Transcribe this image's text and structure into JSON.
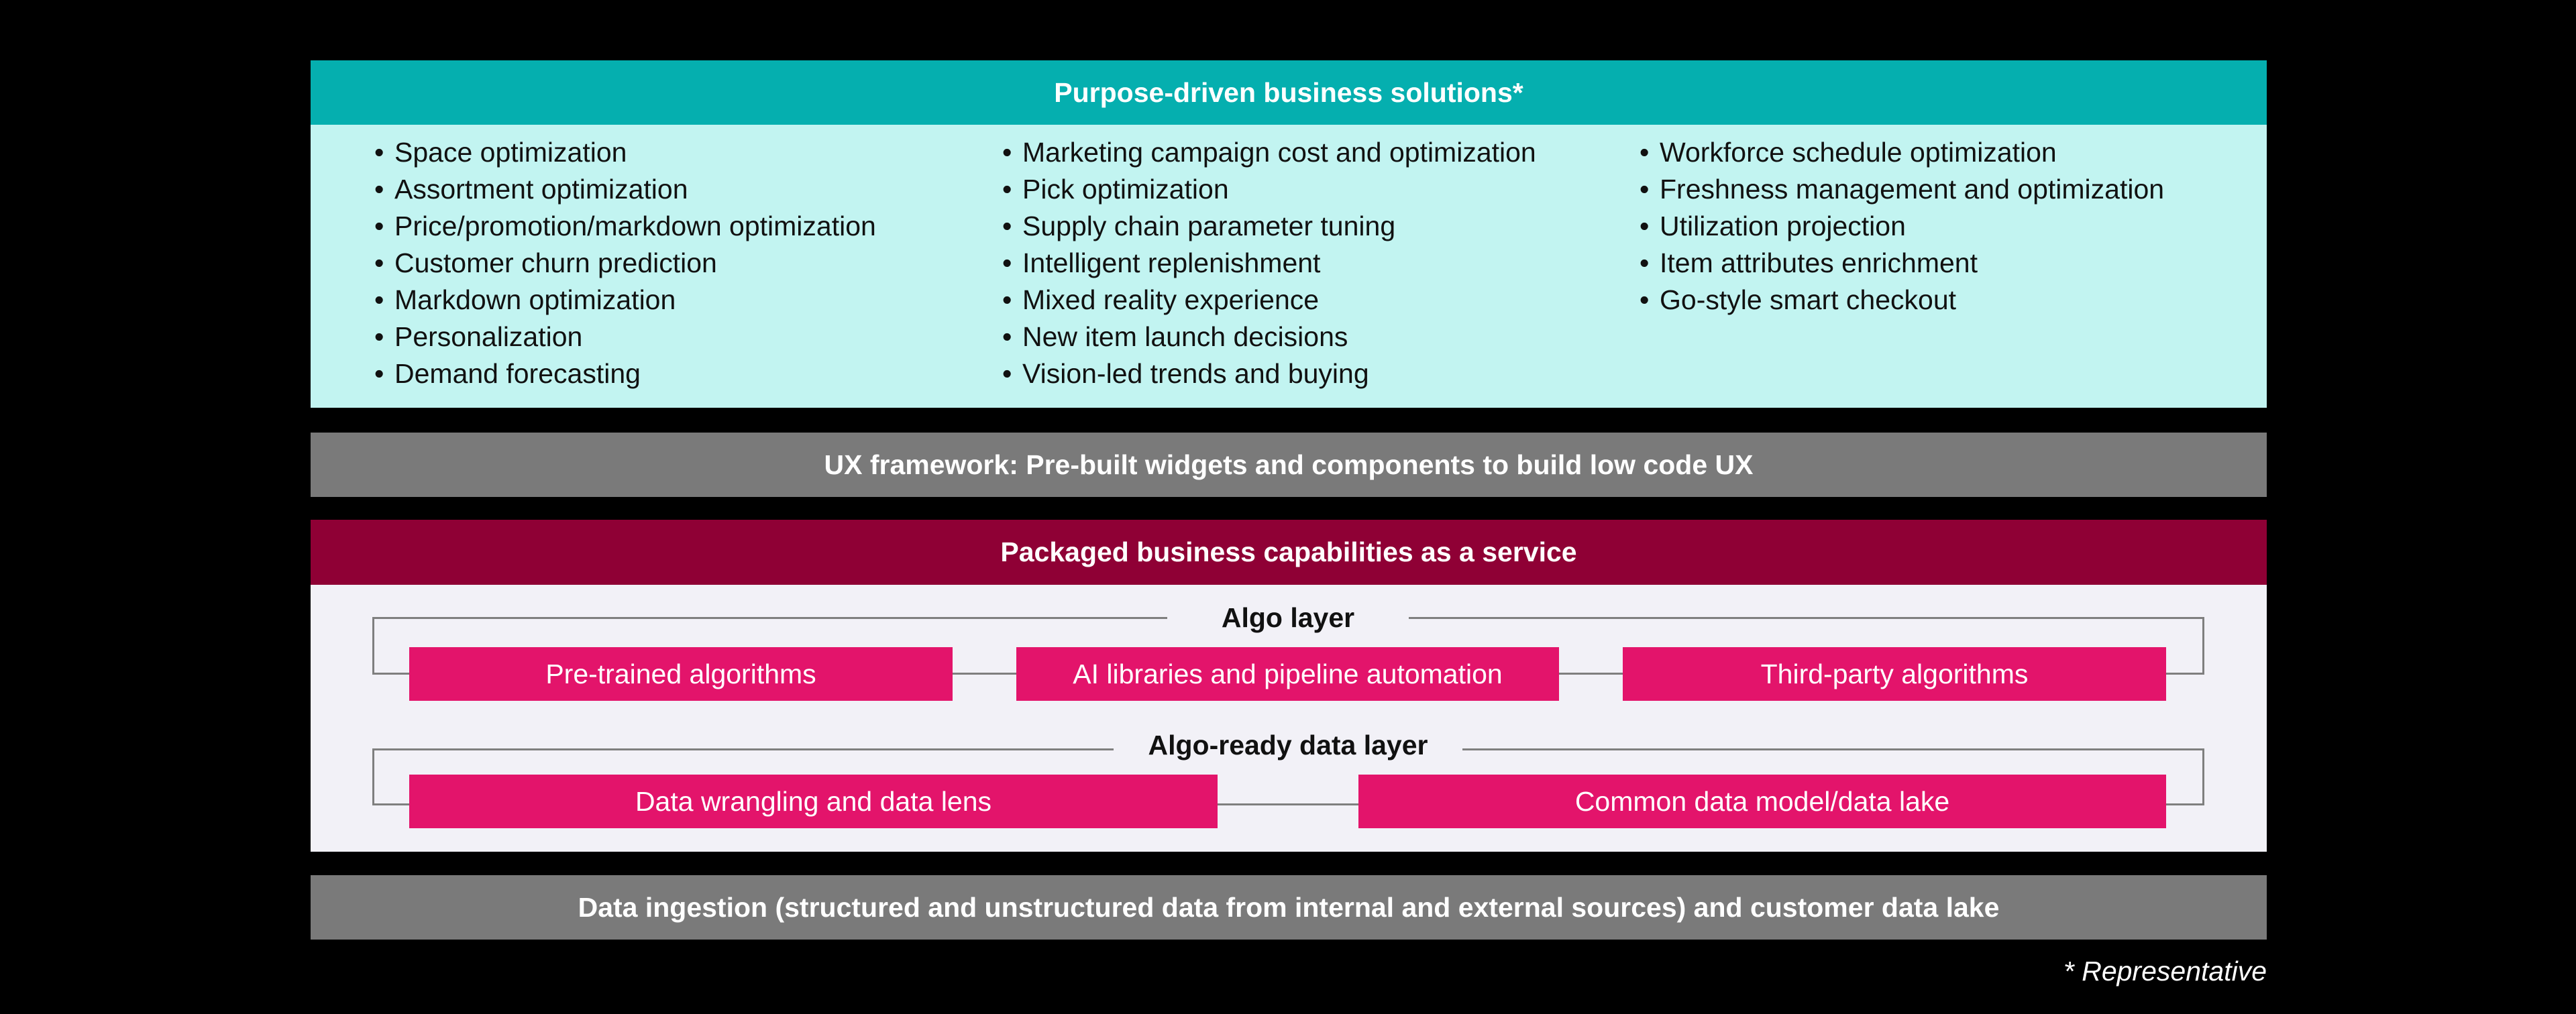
{
  "solutions": {
    "title": "Purpose-driven business solutions*",
    "col1": [
      "Space optimization",
      "Assortment optimization",
      "Price/promotion/markdown optimization",
      "Customer churn prediction",
      "Markdown optimization",
      "Personalization",
      "Demand forecasting"
    ],
    "col2": [
      "Marketing campaign cost and optimization",
      "Pick optimization",
      "Supply chain parameter tuning",
      "Intelligent replenishment",
      "Mixed reality experience",
      "New item launch decisions",
      "Vision-led trends and buying"
    ],
    "col3": [
      "Workforce schedule optimization",
      "Freshness management and optimization",
      "Utilization projection",
      "Item attributes enrichment",
      "Go-style smart checkout"
    ]
  },
  "ux_framework": {
    "label": "UX framework: Pre-built widgets and components to build low code UX"
  },
  "pbc": {
    "title": "Packaged business capabilities as a service",
    "algo_layer": {
      "title": "Algo layer",
      "items": [
        "Pre-trained algorithms",
        "AI libraries and pipeline automation",
        "Third-party algorithms"
      ]
    },
    "data_layer": {
      "title": "Algo-ready data layer",
      "items": [
        "Data wrangling and data lens",
        "Common data model/data lake"
      ]
    }
  },
  "ingestion": {
    "label": "Data ingestion (structured and unstructured data from internal and external sources) and customer data lake"
  },
  "footnote": "* Representative",
  "colors": {
    "teal_header": "#05afaf",
    "teal_body": "#c2f4f1",
    "gray_bar": "#7a7a7a",
    "maroon_header": "#8f0035",
    "pbc_body": "#f2f1f7",
    "pink_box": "#e3146b"
  }
}
